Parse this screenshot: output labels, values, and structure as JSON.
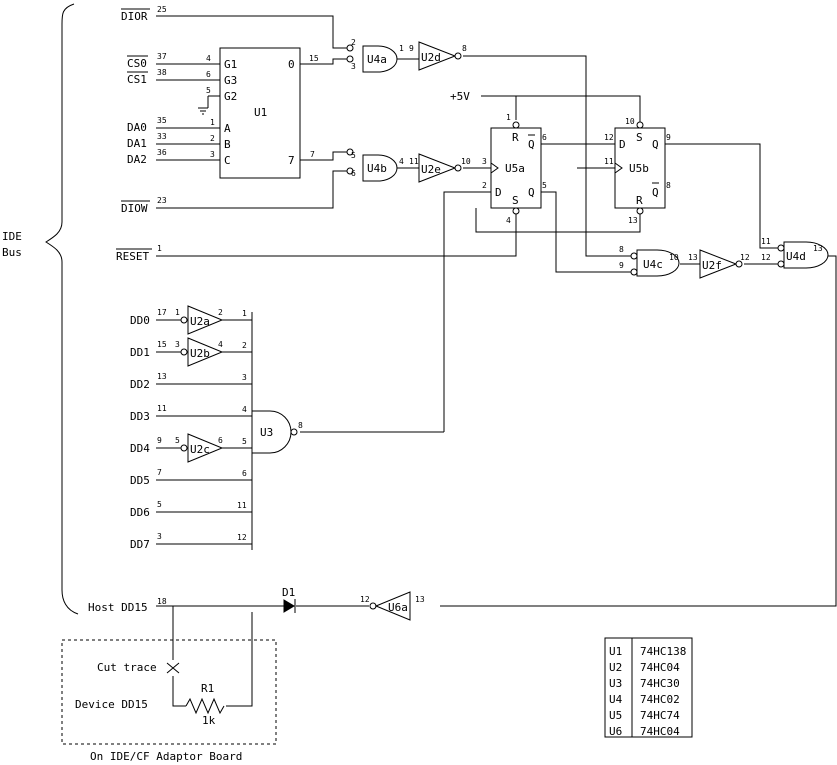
{
  "signals": {
    "dior": "DIOR",
    "cs0": "CS0",
    "cs1": "CS1",
    "da0": "DA0",
    "da1": "DA1",
    "da2": "DA2",
    "diow": "DIOW",
    "reset": "RESET",
    "dd0": "DD0",
    "dd1": "DD1",
    "dd2": "DD2",
    "dd3": "DD3",
    "dd4": "DD4",
    "dd5": "DD5",
    "dd6": "DD6",
    "dd7": "DD7",
    "host_dd15": "Host DD15",
    "device_dd15": "Device DD15",
    "vcc": "+5V",
    "cut_trace": "Cut trace"
  },
  "bus_label": [
    "IDE",
    "Bus"
  ],
  "board_label": "On IDE/CF Adaptor Board",
  "components": {
    "u1": "U1",
    "u1_pins": [
      "G1",
      "G3",
      "G2",
      "A",
      "B",
      "C",
      "0",
      "7"
    ],
    "u3": "U3",
    "u4a": "U4a",
    "u4b": "U4b",
    "u4c": "U4c",
    "u4d": "U4d",
    "u2a": "U2a",
    "u2b": "U2b",
    "u2c": "U2c",
    "u2d": "U2d",
    "u2e": "U2e",
    "u2f": "U2f",
    "u5a": "U5a",
    "u5b": "U5b",
    "u6a": "U6a",
    "d1": "D1",
    "r1": "R1",
    "r1_value": "1k",
    "ff_pins": {
      "r": "R",
      "s": "S",
      "d": "D",
      "q": "Q",
      "qbar": "Q"
    }
  },
  "pin_numbers": {
    "bus": {
      "dior": "25",
      "cs0": "37",
      "cs1": "38",
      "da0": "35",
      "da1": "33",
      "da2": "36",
      "diow": "23",
      "reset": "1",
      "dd0": "17",
      "dd1": "15",
      "dd2": "13",
      "dd3": "11",
      "dd4": "9",
      "dd5": "7",
      "dd6": "5",
      "dd7": "3",
      "dd15": "18"
    },
    "u1": {
      "g1": "4",
      "g3": "6",
      "g2": "5",
      "a": "1",
      "b": "2",
      "c": "3",
      "y0": "15",
      "y7": "7"
    },
    "u4a": {
      "in1": "2",
      "in2": "3",
      "out": "1"
    },
    "u4b": {
      "in1": "5",
      "in2": "6",
      "out": "4"
    },
    "u4c": {
      "in1": "8",
      "in2": "9",
      "out": "10"
    },
    "u4d": {
      "in1": "11",
      "in2": "12",
      "out": "13"
    },
    "u2a": {
      "in": "1",
      "out": "2"
    },
    "u2b": {
      "in": "3",
      "out": "4"
    },
    "u2c": {
      "in": "5",
      "out": "6"
    },
    "u2d": {
      "in": "9",
      "out": "8"
    },
    "u2e": {
      "in": "11",
      "out": "10"
    },
    "u2f": {
      "in": "13",
      "out": "12"
    },
    "u6a": {
      "in": "13",
      "out": "12"
    },
    "u5a": {
      "r": "1",
      "clk": "3",
      "d": "2",
      "s": "4",
      "q": "5",
      "qbar": "6"
    },
    "u5b": {
      "s": "10",
      "d": "12",
      "clk": "11",
      "r": "13",
      "q": "9",
      "qbar": "8"
    },
    "u3": {
      "in": [
        "1",
        "2",
        "3",
        "4",
        "5",
        "6",
        "11",
        "12"
      ],
      "out": "8"
    }
  },
  "parts_table": [
    [
      "U1",
      "74HC138"
    ],
    [
      "U2",
      "74HC04"
    ],
    [
      "U3",
      "74HC30"
    ],
    [
      "U4",
      "74HC02"
    ],
    [
      "U5",
      "74HC74"
    ],
    [
      "U6",
      "74HC04"
    ]
  ]
}
